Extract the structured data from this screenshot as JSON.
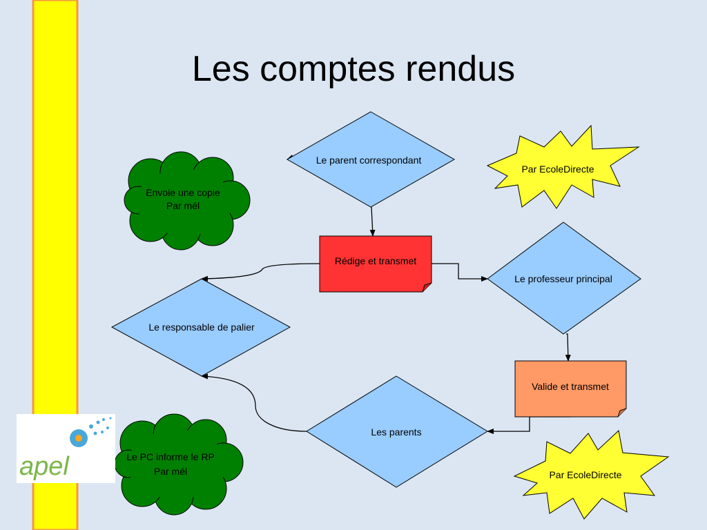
{
  "slide": {
    "title": "Les comptes rendus"
  },
  "nodes": {
    "parent_correspondant": "Le parent correspondant",
    "redige": "Rédige et transmet",
    "prof_principal": "Le professeur principal",
    "responsable_palier": "Le responsable de palier",
    "valide": "Valide et transmet",
    "parents": "Les parents"
  },
  "callouts": {
    "cloud_top_line1": "Envoie une copie",
    "cloud_top_line2": "Par mél",
    "cloud_bottom_line1": "Le PC informe le RP",
    "cloud_bottom_line2": "Par mél",
    "star_top": "Par EcoleDirecte",
    "star_bottom": "Par EcoleDirecte"
  },
  "logo": {
    "text": "apel"
  },
  "colors": {
    "background": "#dce6f2",
    "sidebar": "#ffff00",
    "sidebar_border": "#f79646",
    "diamond": "#99ccff",
    "red_box": "#ff3333",
    "orange_box": "#ff9966",
    "cloud": "#008000",
    "star": "#ffff33"
  }
}
